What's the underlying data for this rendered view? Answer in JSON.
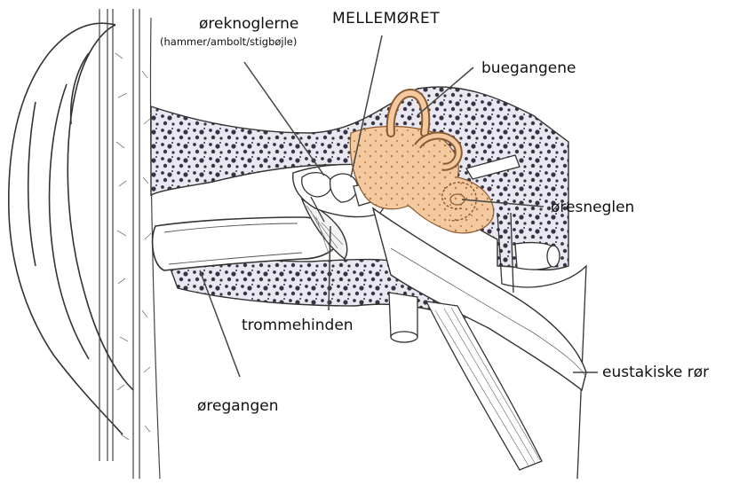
{
  "labels": {
    "ossicles": "øreknoglerne",
    "ossicles_sub": "(hammer/ambolt/stigbøjle)",
    "middle_ear": "MELLEMØRET",
    "semicircular": "buegangene",
    "cochlea": "øresneglen",
    "eustachian": "eustakiske rør",
    "eardrum": "trommehinden",
    "ear_canal": "øregangen"
  },
  "colors": {
    "line": "#333333",
    "bone_fill": "#e8e7ef",
    "bone_dots": "#3a3346",
    "inner_ear": "#f4c9a0",
    "inner_ear_dots": "#c08040",
    "leader": "#444444"
  }
}
